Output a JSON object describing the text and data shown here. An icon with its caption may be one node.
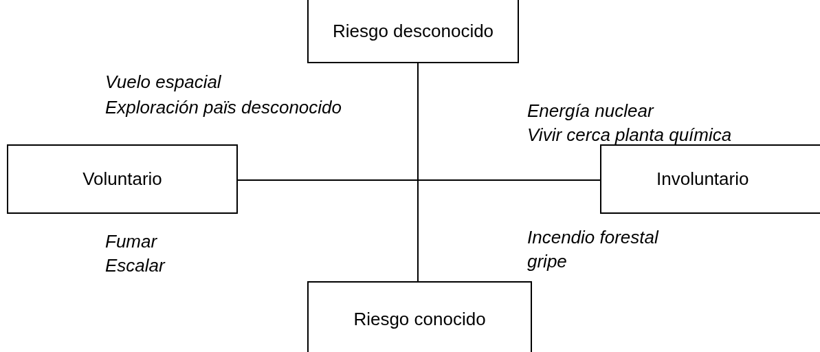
{
  "diagram": {
    "nodes": [
      {
        "text": [
          "Riesgo desconocido"
        ]
      },
      {
        "text": [
          "Voluntario"
        ]
      },
      {
        "text": [
          "Involuntario"
        ]
      },
      {
        "text": [
          "Riesgo conocido"
        ]
      }
    ],
    "edges": [
      {
        "from": 0,
        "to": 3,
        "arrow": "none"
      },
      {
        "from": 1,
        "to": 2,
        "arrow": "none"
      }
    ],
    "labels": [
      "Vuelo espacial",
      "Exploración paїs desconocido",
      "Energía nuclear",
      "Vivir cerca planta química",
      "Fumar",
      "Escalar",
      "Incendio forestal",
      "gripe"
    ]
  }
}
